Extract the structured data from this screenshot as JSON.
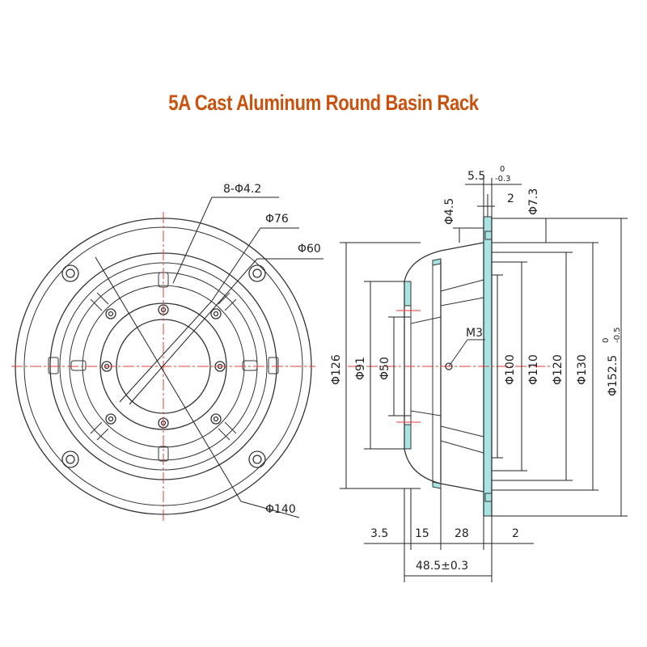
{
  "title": "5A Cast Aluminum Round Basin Rack",
  "colors": {
    "title": "#c9520e",
    "line": "#333333",
    "center": "#e23b3b",
    "fill": "#a8e4e4"
  },
  "front_view": {
    "holes_label": "8-Φ4.2",
    "d76": "Φ76",
    "d60": "Φ60",
    "d140": "Φ140"
  },
  "side_view": {
    "top_width": "5.5",
    "top_tol_upper": "0",
    "top_tol_lower": "-0.3",
    "flange": "2",
    "d45": "Φ4.5",
    "d73": "Φ7.3",
    "thread": "M3",
    "d126": "Φ126",
    "d91": "Φ91",
    "d50": "Φ50",
    "d100": "Φ100",
    "d110": "Φ110",
    "d120": "Φ120",
    "d130": "Φ130",
    "d1525": "Φ152.5",
    "d1525_tol_upper": "0",
    "d1525_tol_lower": "-0.5",
    "w35": "3.5",
    "w15": "15",
    "w28": "28",
    "w2": "2",
    "total": "48.5±0.3"
  }
}
